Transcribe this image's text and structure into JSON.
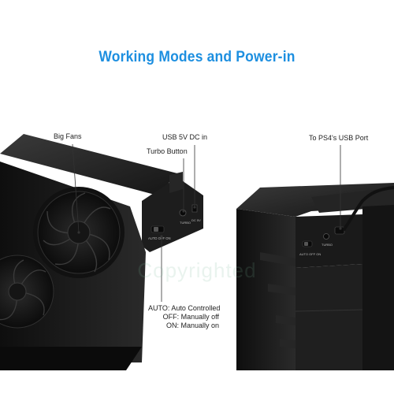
{
  "title": "Working Modes and Power-in",
  "labels": {
    "big_fans": "Big Fans",
    "usb_dc_in": "USB 5V DC in",
    "turbo_button": "Turbo Button",
    "to_usb_port": "To PS4's USB Port",
    "modes": [
      "AUTO: Auto Controlled",
      "OFF: Manually off",
      "ON: Manually on"
    ]
  },
  "device_markings": {
    "switch_positions": "AUTO  OFF  ON",
    "turbo": "TURBO",
    "dc": "DC 5V"
  },
  "watermark": "Copyrighted",
  "colors": {
    "title": "#1d8fe0",
    "device_body": "#1b1b1b",
    "label_text": "#222222",
    "leader_line": "#333333"
  }
}
